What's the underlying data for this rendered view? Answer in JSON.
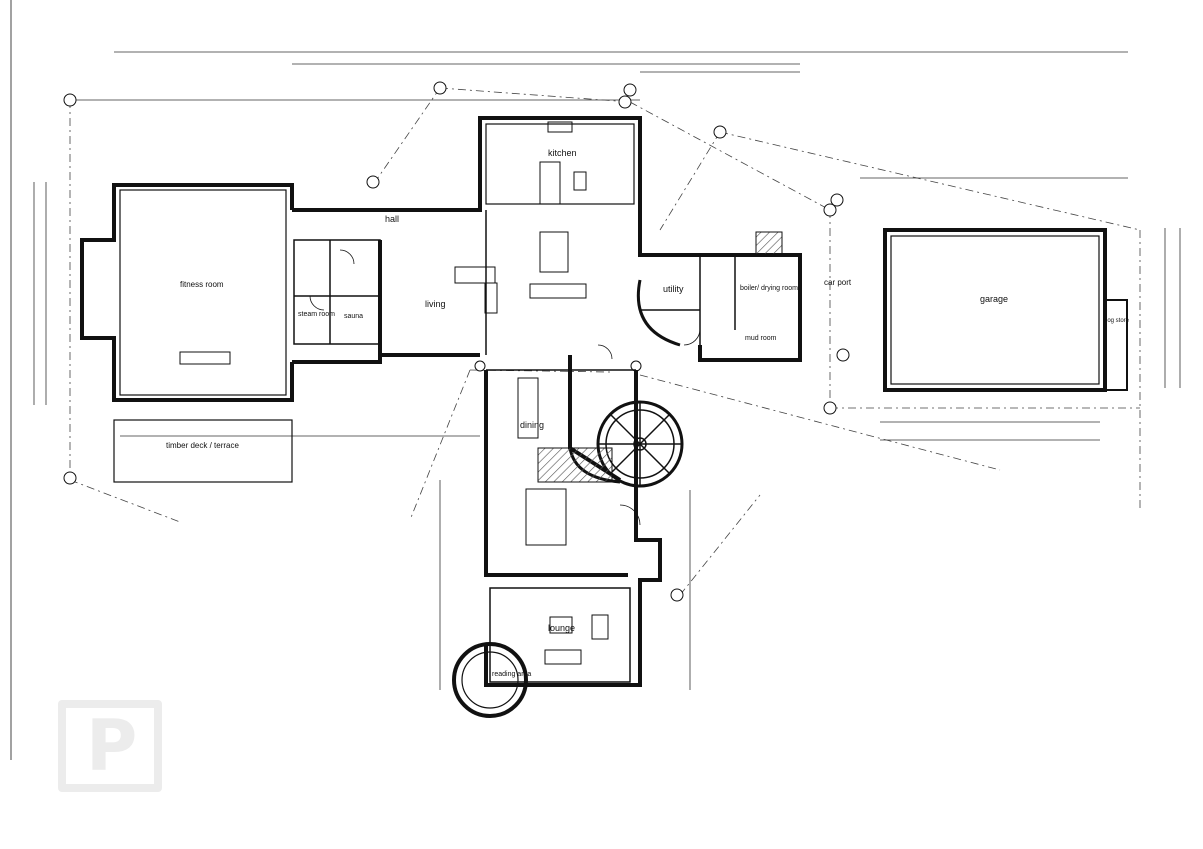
{
  "rooms": {
    "kitchen": "kitchen",
    "hall": "hall",
    "fitness_room": "fitness room",
    "living": "living",
    "steam_room": "steam room",
    "sauna": "sauna",
    "utility": "utility",
    "boiler": "boiler/ drying room",
    "mud_room": "mud room",
    "car_port": "car port",
    "garage": "garage",
    "log_store": "log store",
    "dining": "dining",
    "lounge": "lounge",
    "reading_area": "reading area",
    "timber_deck": "timber deck / terrace"
  },
  "colors": {
    "wall": "#111111",
    "dim_line": "#333333",
    "hatch": "#555555",
    "watermark": "#ececec"
  },
  "watermark": {
    "logo": "P"
  }
}
